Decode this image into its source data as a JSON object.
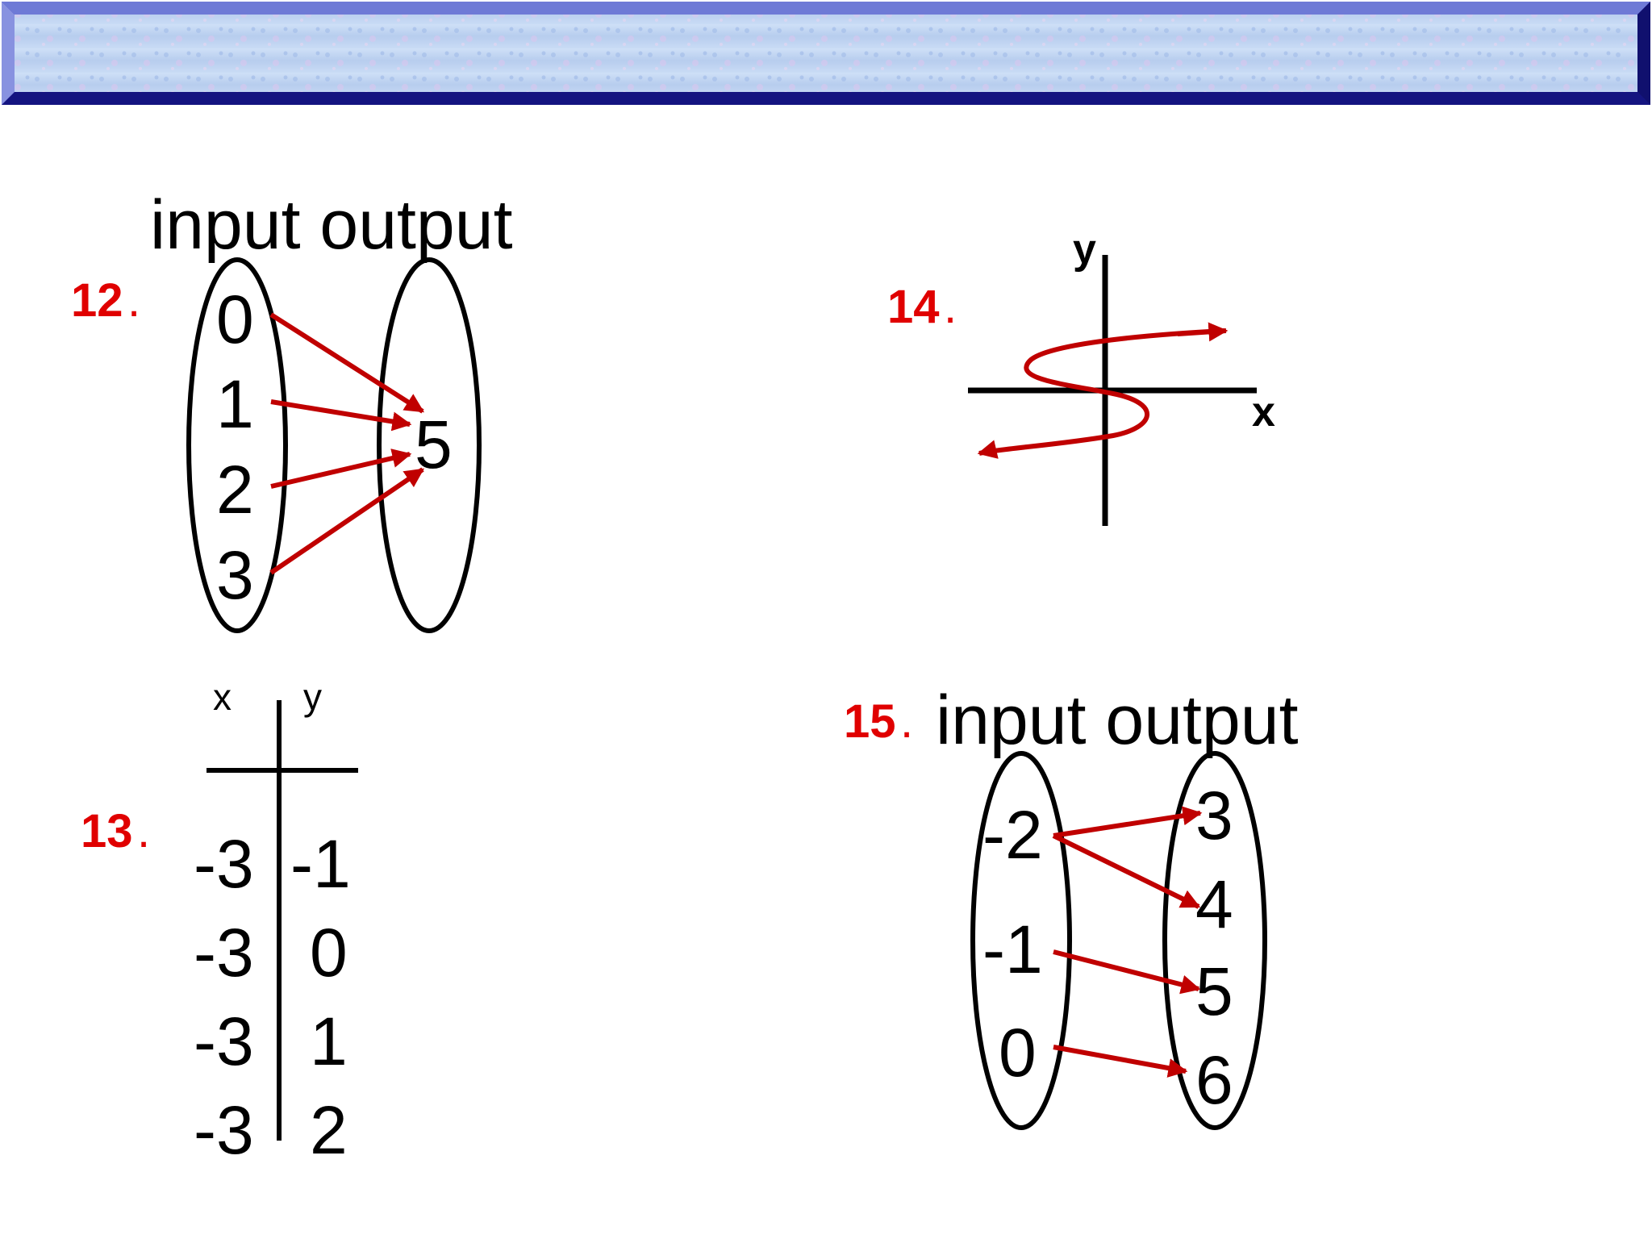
{
  "slide": {
    "title_bar": {
      "texture_color": "#b8d4f0",
      "border_color": "#1f1fa8"
    }
  },
  "problem12": {
    "number": "12",
    "dot": ".",
    "header": "input output",
    "inputs": [
      "0",
      "1",
      "2",
      "3"
    ],
    "outputs": [
      "5"
    ]
  },
  "problem13": {
    "number": "13",
    "dot": ".",
    "col_x": "x",
    "col_y": "y",
    "rows": [
      {
        "x": "-3",
        "y": "-1"
      },
      {
        "x": "-3",
        "y": "0"
      },
      {
        "x": "-3",
        "y": "1"
      },
      {
        "x": "-3",
        "y": "2"
      }
    ]
  },
  "problem14": {
    "number": "14",
    "dot": ".",
    "x_label": "x",
    "y_label": "y"
  },
  "problem15": {
    "number": "15",
    "dot": ".",
    "header": "input output",
    "inputs": [
      "-2",
      "-1",
      "0"
    ],
    "outputs": [
      "3",
      "4",
      "5",
      "6"
    ]
  },
  "colors": {
    "arrow": "#c00000",
    "number": "#e00000",
    "ink": "#000000"
  }
}
